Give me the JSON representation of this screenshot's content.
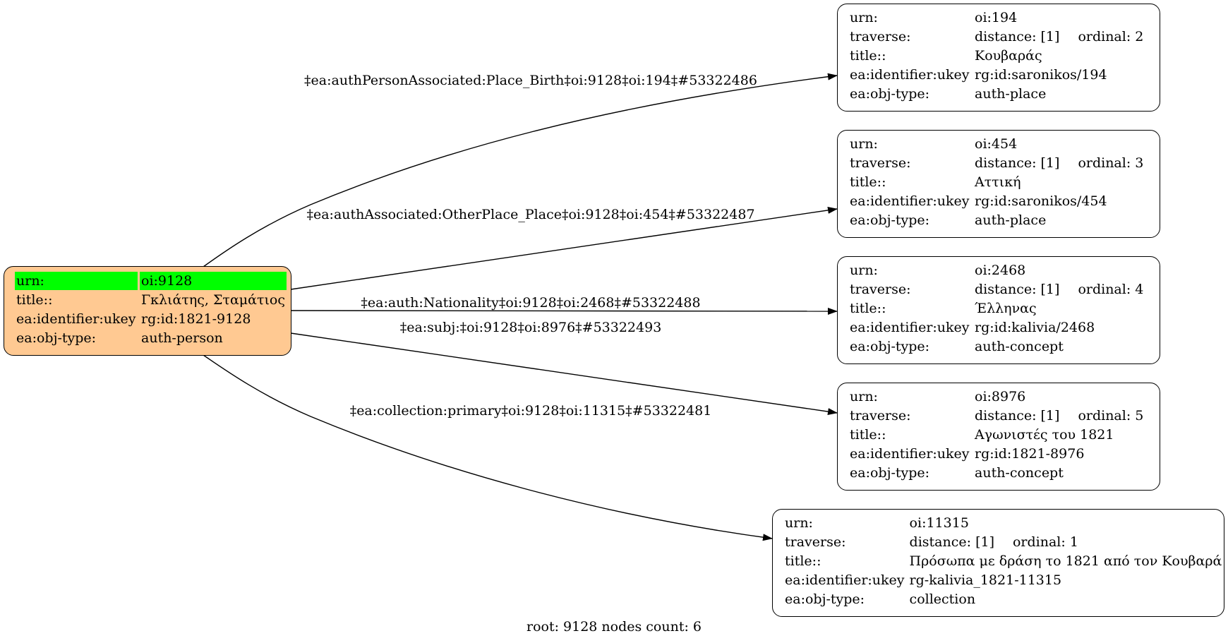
{
  "root": {
    "rows": [
      {
        "key": "urn:",
        "value": "oi:9128",
        "highlight": true
      },
      {
        "key": "title::",
        "value": "Γκλιάτης, Σταμάτιος"
      },
      {
        "key": "ea:identifier:ukey",
        "value": "rg:id:1821-9128"
      },
      {
        "key": "ea:obj-type:",
        "value": "auth-person"
      }
    ],
    "fill_color": "#ffc992",
    "highlight_color": "#00ff00"
  },
  "nodes": [
    {
      "urn": "oi:194",
      "distance": "distance: [1]",
      "ordinal": "ordinal: 2",
      "title": "Κουβαράς",
      "ukey": "rg:id:saronikos/194",
      "objtype": "auth-place"
    },
    {
      "urn": "oi:454",
      "distance": "distance: [1]",
      "ordinal": "ordinal: 3",
      "title": "Αττική",
      "ukey": "rg:id:saronikos/454",
      "objtype": "auth-place"
    },
    {
      "urn": "oi:2468",
      "distance": "distance: [1]",
      "ordinal": "ordinal: 4",
      "title": "Έλληνας",
      "ukey": "rg:id:kalivia/2468",
      "objtype": "auth-concept"
    },
    {
      "urn": "oi:8976",
      "distance": "distance: [1]",
      "ordinal": "ordinal: 5",
      "title": "Αγωνιστές του 1821",
      "ukey": "rg:id:1821-8976",
      "objtype": "auth-concept"
    },
    {
      "urn": "oi:11315",
      "distance": "distance: [1]",
      "ordinal": "ordinal: 1",
      "title": "Πρόσωπα με δράση το 1821 από τον Κουβαρά",
      "ukey": "rg-kalivia_1821-11315",
      "objtype": "collection"
    }
  ],
  "keys": {
    "urn": "urn:",
    "traverse": "traverse:",
    "title": "title::",
    "ukey": "ea:identifier:ukey",
    "objtype": "ea:obj-type:"
  },
  "edges": [
    "‡ea:authPersonAssociated:Place_Birth‡oi:9128‡oi:194‡#53322486",
    "‡ea:authAssociated:OtherPlace_Place‡oi:9128‡oi:454‡#53322487",
    "‡ea:auth:Nationality‡oi:9128‡oi:2468‡#53322488",
    "‡ea:subj:‡oi:9128‡oi:8976‡#53322493",
    "‡ea:collection:primary‡oi:9128‡oi:11315‡#53322481"
  ],
  "caption": "root: 9128 nodes count: 6"
}
